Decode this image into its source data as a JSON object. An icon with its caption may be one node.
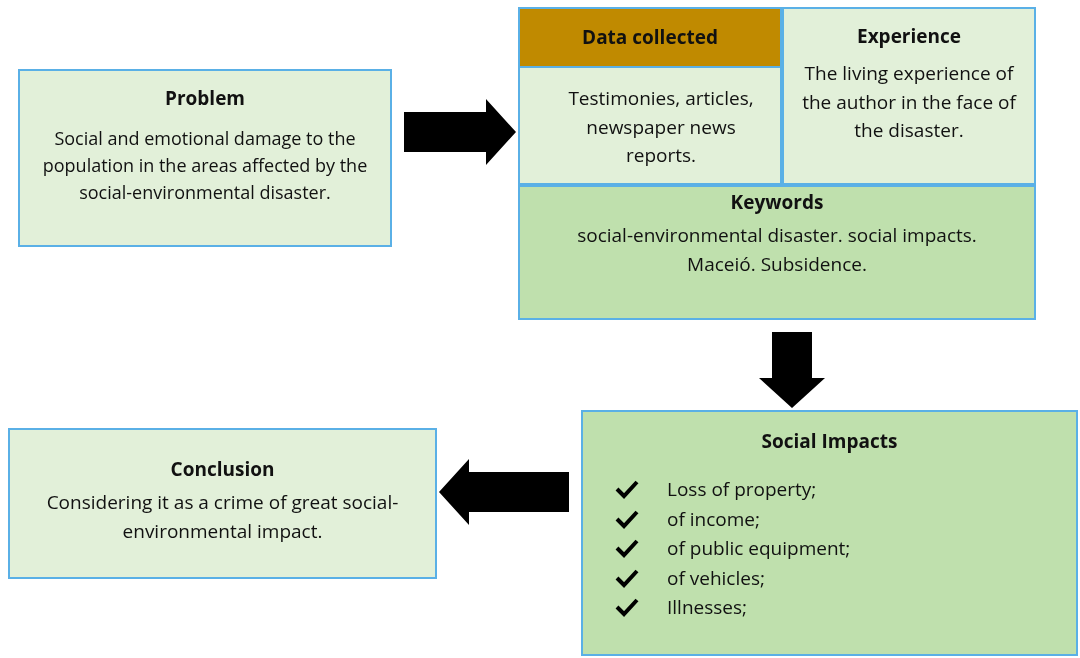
{
  "diagram": {
    "nodes": [
      {
        "text": [
          "Problem",
          "Social and emotional damage to the population in the areas affected by the social-environmental disaster."
        ]
      },
      {
        "text": [
          "Data collected",
          "Testimonies, articles, newspaper news reports."
        ]
      },
      {
        "text": [
          "Experience",
          "The living experience of the author in the face of the disaster."
        ]
      },
      {
        "text": [
          "Keywords",
          "social-environmental disaster. social impacts. Maceió. Subsidence."
        ]
      },
      {
        "text": [
          "Social Impacts",
          "Loss of property;",
          "of income;",
          "of public equipment;",
          "of vehicles;",
          "Illnesses;"
        ]
      },
      {
        "text": [
          "Conclusion",
          "Considering it as a crime of great social-environmental impact."
        ]
      }
    ],
    "edges": [
      {
        "from": 0,
        "to": 1,
        "arrow": "to",
        "style": "thick"
      },
      {
        "from": 3,
        "to": 4,
        "arrow": "to",
        "style": "thick"
      },
      {
        "from": 4,
        "to": 5,
        "arrow": "to",
        "style": "thick"
      }
    ]
  }
}
